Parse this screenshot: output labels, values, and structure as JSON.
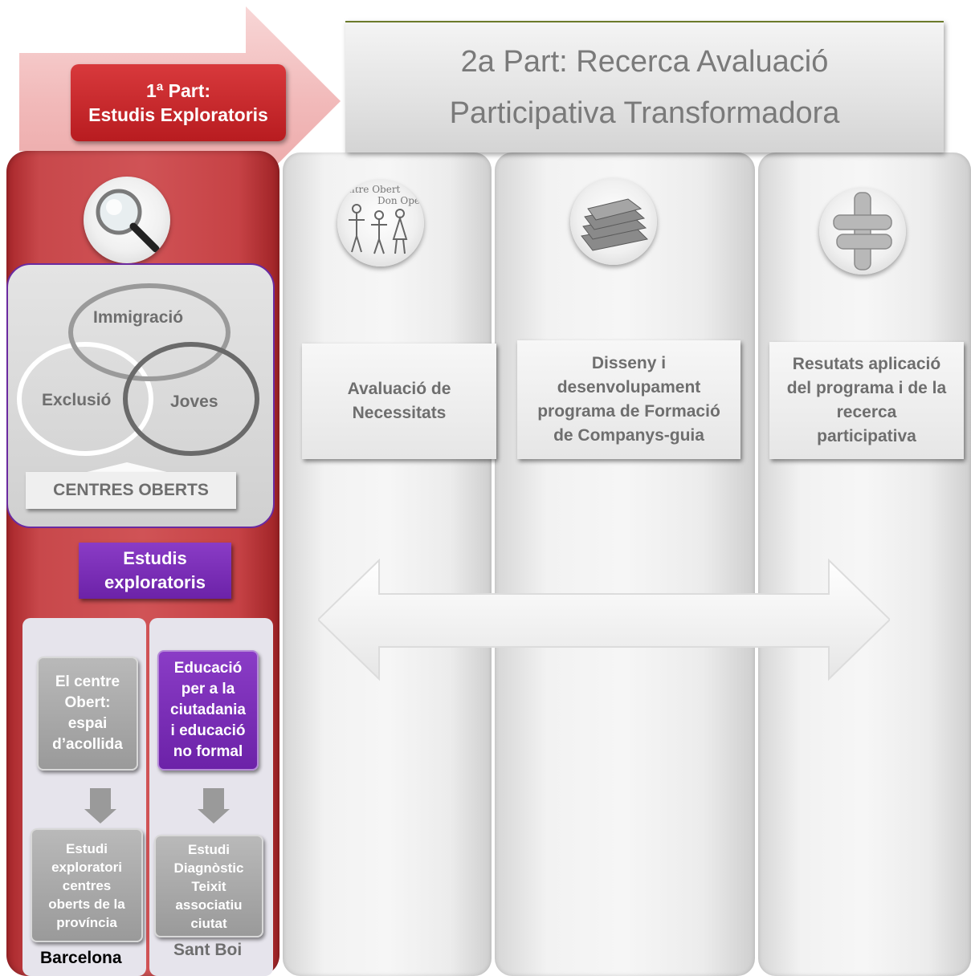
{
  "part1": {
    "line1": "1ª Part:",
    "line2": "Estudis Exploratoris"
  },
  "part2": {
    "line1": "2a Part: Recerca Avaluació",
    "line2": "Participativa Transformadora"
  },
  "venn": {
    "immigracio": "Immigració",
    "exclusio": "Exclusió",
    "joves": "Joves",
    "centres": "CENTRES OBERTS"
  },
  "estudis_exploratoris": {
    "line1": "Estudis",
    "line2": "exploratoris"
  },
  "barcelona": {
    "node_lines": [
      "El centre",
      "Obert:",
      "espai",
      "d’acollida"
    ],
    "result_lines": [
      "Estudi",
      "exploratori",
      "centres",
      "oberts de la",
      "província"
    ],
    "label": "Barcelona"
  },
  "santboi": {
    "node_lines": [
      "Educació",
      "per a la",
      "ciutadania",
      "i educació",
      "no formal"
    ],
    "result_lines": [
      "Estudi",
      "Diagnòstic",
      "Teixit",
      "associatiu",
      "ciutat"
    ],
    "label": "Sant Boi"
  },
  "stages": [
    {
      "lines": [
        "Avaluació de",
        "Necessitats"
      ]
    },
    {
      "lines": [
        "Disseny  i",
        "desenvolupament",
        "programa de Formació",
        "de Companys-guia"
      ]
    },
    {
      "lines": [
        "Resutats aplicació",
        "del programa i de la",
        "recerca",
        "participativa"
      ]
    }
  ],
  "icons": {
    "magnifier": "magnifier-icon",
    "drawing": "children-drawing-icon",
    "books": "books-stack-icon",
    "hands": "joined-hands-icon"
  },
  "drawing_text": {
    "line1": "ntre Obert",
    "line2": "Don Ope"
  },
  "colors": {
    "red": "#c8484b",
    "purple": "#7a2fb8",
    "gray_text": "#6e6e6e",
    "pink_arrow": "#f0b8b8"
  }
}
